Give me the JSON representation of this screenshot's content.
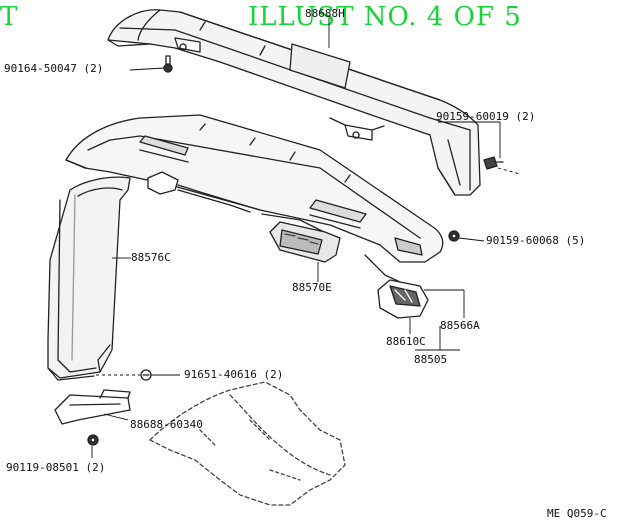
{
  "header": {
    "left": "T",
    "title": "ILLUST NO. 4 OF 5",
    "color": "#17d43a"
  },
  "parts": {
    "p88688H": "88688H",
    "p90164": "90164-50047 (2)",
    "p90159_60019": "90159-60019 (2)",
    "p90159_60068": "90159-60068 (5)",
    "p88576C": "88576C",
    "p88570E": "88570E",
    "p88566A": "88566A",
    "p88610C": "88610C",
    "p88505": "88505",
    "p91651": "91651-40616 (2)",
    "p88688_60340": "88688-60340",
    "p90119": "90119-08501 (2)"
  },
  "footer": {
    "code": "ME Q059-C"
  }
}
